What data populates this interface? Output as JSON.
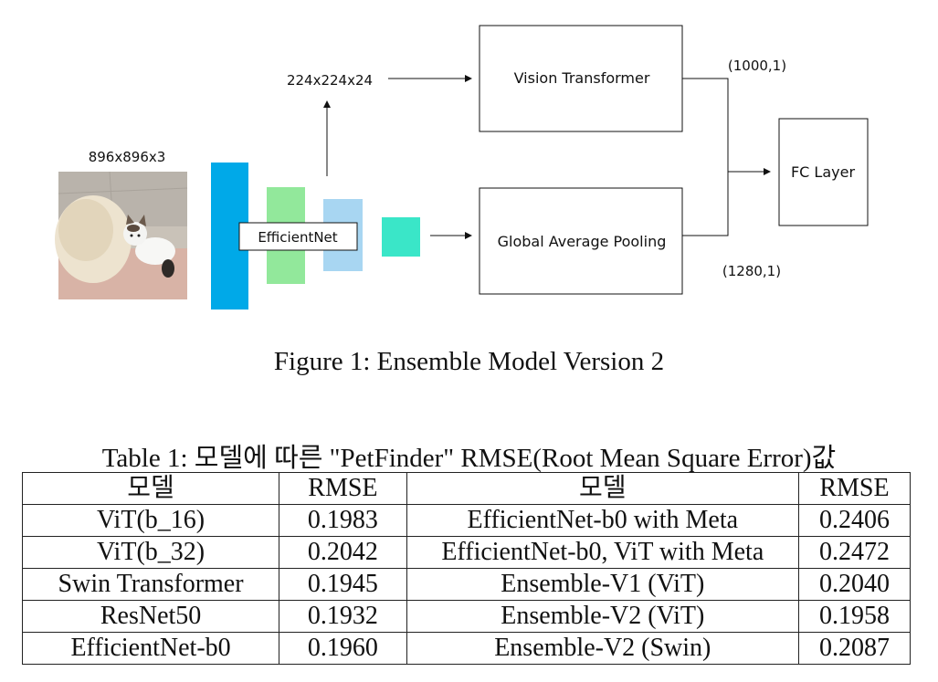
{
  "figure": {
    "input_size_label": "896x896x3",
    "input_image": "cat-photo",
    "backbone_label": "EfficientNet",
    "vit_input_label": "224x224x24",
    "vit_box_label": "Vision Transformer",
    "gap_box_label": "Global Average Pooling",
    "vit_output_label": "(1000,1)",
    "gap_output_label": "(1280,1)",
    "fc_box_label": "FC Layer",
    "colors": {
      "blue_block": "#00a9e8",
      "green_block": "#92e89b",
      "lightblue_block": "#a8d6f2",
      "teal_block": "#3ae6c8"
    },
    "caption": "Figure 1: Ensemble Model Version 2"
  },
  "table": {
    "caption": "Table 1: 모델에 따른 \"PetFinder\" RMSE(Root Mean Square Error)값",
    "headers": [
      "모델",
      "RMSE",
      "모델",
      "RMSE"
    ],
    "rows": [
      [
        "ViT(b_16)",
        "0.1983",
        "EfficientNet-b0 with Meta",
        "0.2406"
      ],
      [
        "ViT(b_32)",
        "0.2042",
        "EfficientNet-b0, ViT with Meta",
        "0.2472"
      ],
      [
        "Swin Transformer",
        "0.1945",
        "Ensemble-V1 (ViT)",
        "0.2040"
      ],
      [
        "ResNet50",
        "0.1932",
        "Ensemble-V2 (ViT)",
        "0.1958"
      ],
      [
        "EfficientNet-b0",
        "0.1960",
        "Ensemble-V2 (Swin)",
        "0.2087"
      ]
    ]
  }
}
